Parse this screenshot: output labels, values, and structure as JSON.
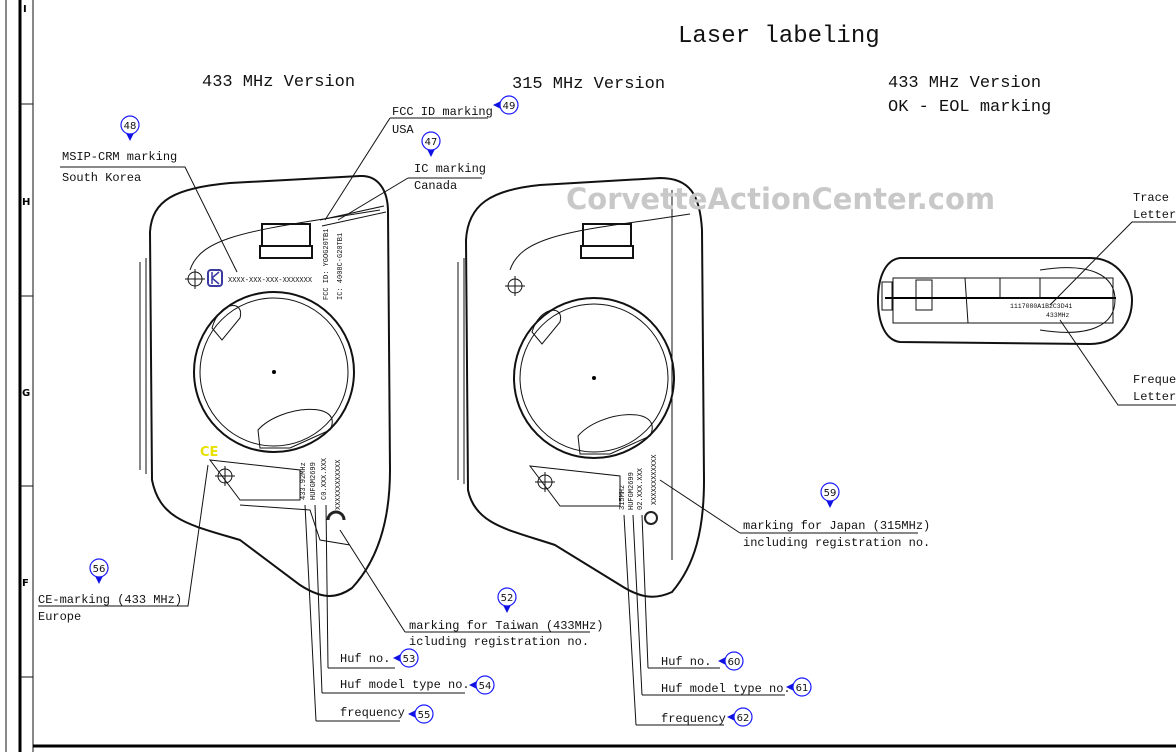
{
  "frame": {
    "row_letters": [
      "I",
      "H",
      "G",
      "F"
    ]
  },
  "title": "Laser labeling",
  "watermark": "CorvetteActionCenter.com",
  "versions": {
    "left": "433 MHz Version",
    "middle": "315 MHz Version",
    "right_line1": "433 MHz Version",
    "right_line2": "OK - EOL marking"
  },
  "callouts": {
    "msip": {
      "line1": "MSIP-CRM marking",
      "line2": "South Korea",
      "badge": "48"
    },
    "fcc": {
      "line1": "FCC ID marking",
      "line2": "USA",
      "badge": "49"
    },
    "ic": {
      "line1": "IC marking",
      "line2": "Canada",
      "badge": "47"
    },
    "ce": {
      "line1": "CE-marking (433 MHz)",
      "line2": "Europe",
      "badge": "56"
    },
    "taiwan": {
      "line1": "marking for Taiwan (433MHz)",
      "line2": "icluding registration no.",
      "badge": "52"
    },
    "huf_left": {
      "label": "Huf no.",
      "badge": "53"
    },
    "model_left": {
      "label": "Huf model type no.",
      "badge": "54"
    },
    "freq_left": {
      "label": "frequency",
      "badge": "55"
    },
    "japan": {
      "line1": "marking for Japan (315MHz)",
      "line2": "including registration no.",
      "badge": "59"
    },
    "huf_mid": {
      "label": "Huf no.",
      "badge": "60"
    },
    "model_mid": {
      "label": "Huf model type no.",
      "badge": "61"
    },
    "freq_mid": {
      "label": "frequency",
      "badge": "62"
    },
    "trace": {
      "line1": "Trace",
      "line2": "Letter"
    },
    "freq_right": {
      "line1": "Freque",
      "line2": "Letter"
    }
  },
  "fob_markings": {
    "kc_code": "XXXX-XXX-XXX-XXXXXXX",
    "fcc_id": "FCC ID: YGOG20TB1",
    "ic_id": "IC: 4008C-G20TB1",
    "left_freq": "433.92MHz",
    "left_model": "HUFGM2699",
    "left_huf": "C0.XXX.XXX",
    "left_reg": "XXXXXXXXXXXX",
    "ce_mark": "CE",
    "mid_freq": "315MHz",
    "mid_model": "HUFGM2699",
    "mid_huf": "02.XXX.XXX",
    "mid_reg": "XXXXXXXXXXXX",
    "trace_code": "1117080A1B2C3D41",
    "eol_freq": "433MHz"
  },
  "colors": {
    "badge": "#1010e0",
    "ce": "#e8e000",
    "kc": "#3a3aa0"
  }
}
